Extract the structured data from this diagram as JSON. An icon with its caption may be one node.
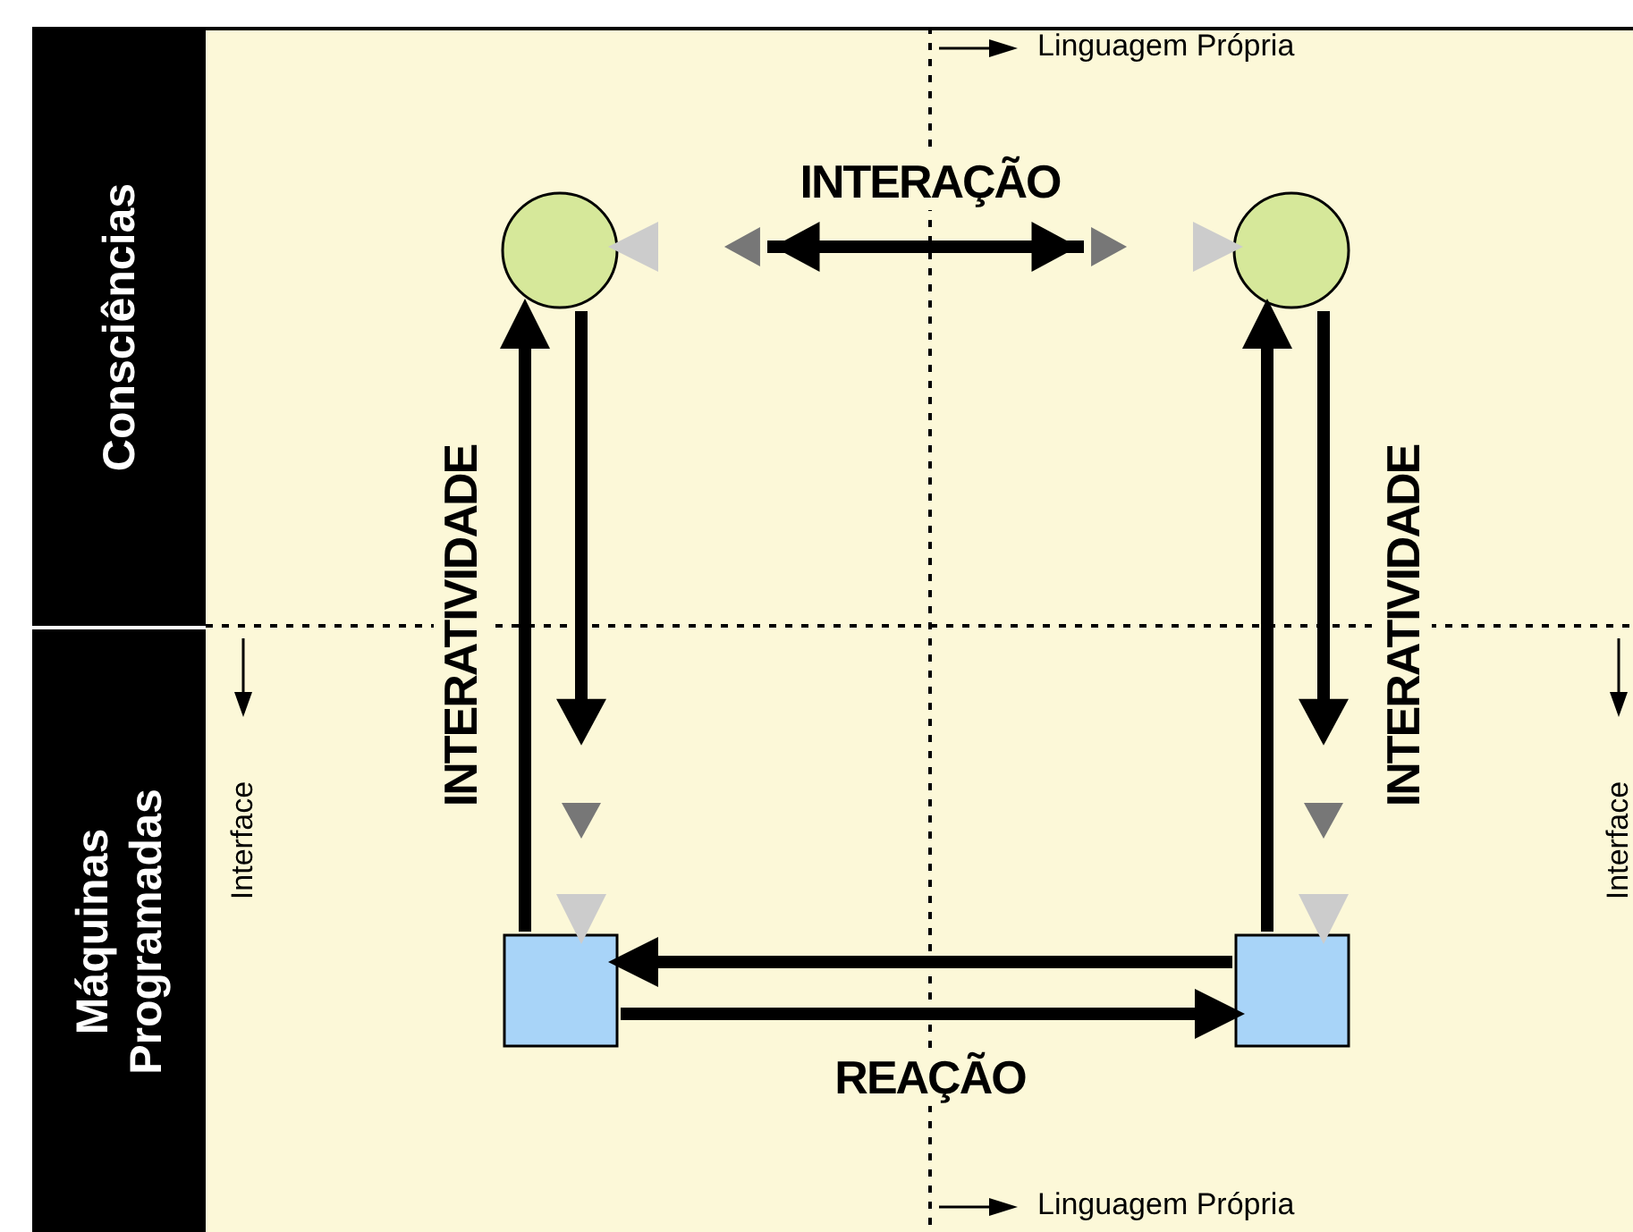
{
  "diagram": {
    "nodes": [
      {
        "text": [
          "Consciências"
        ]
      },
      {
        "text": [
          "Máquinas Programadas"
        ]
      },
      {
        "text": [],
        "shape": "circle"
      },
      {
        "text": [],
        "shape": "circle"
      },
      {
        "text": [],
        "shape": "box"
      },
      {
        "text": [],
        "shape": "box"
      }
    ],
    "edges": [
      {
        "from": 2,
        "to": 3,
        "arrow": "both",
        "label": "INTERAÇÃO"
      },
      {
        "from": 4,
        "to": 2,
        "arrow": "to",
        "label": "INTERATIVIDADE"
      },
      {
        "from": 2,
        "to": 4,
        "arrow": "to"
      },
      {
        "from": 5,
        "to": 3,
        "arrow": "to"
      },
      {
        "from": 3,
        "to": 5,
        "arrow": "to",
        "label": "INTERATIVIDADE"
      },
      {
        "from": 5,
        "to": 4,
        "arrow": "to"
      },
      {
        "from": 4,
        "to": 5,
        "arrow": "to",
        "label": "REAÇÃO"
      }
    ],
    "labels": [
      "Linguagem Própria",
      "Interface",
      "Interface",
      "Linguagem Própria"
    ]
  }
}
